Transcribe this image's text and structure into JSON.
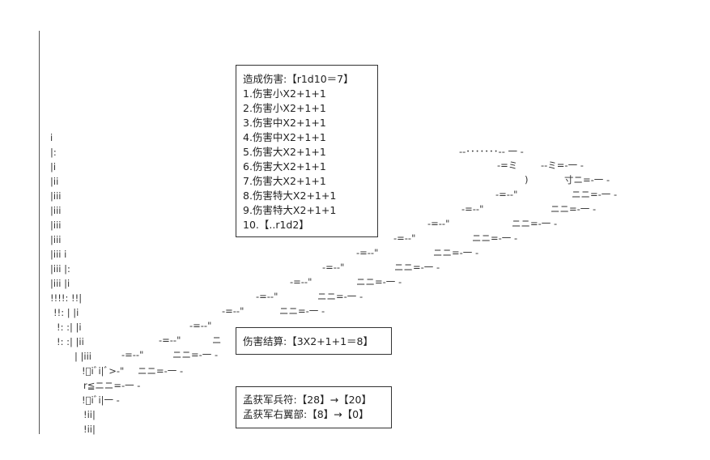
{
  "damage_box": {
    "title": "造成伤害:【r1d10＝7】",
    "items": [
      "1.伤害小X2+1+1",
      "2.伤害小X2+1+1",
      "3.伤害中X2+1+1",
      "4.伤害中X2+1+1",
      "5.伤害大X2+1+1",
      "6.伤害大X2+1+1",
      "7.伤害大X2+1+1",
      "8.伤害特大X2+1+1",
      "9.伤害特大X2+1+1",
      "10.【..r1d2】"
    ]
  },
  "result_box": {
    "text": "伤害结算:【3X2+1+1＝8】"
  },
  "troops_box": {
    "lines": [
      "孟获军兵符:【28】→【20】",
      "孟获军右翼部:【8】→【0】"
    ]
  },
  "art": {
    "upper_stroke": "-=-‐\"",
    "lower_stroke": "ニニ=-一 -",
    "head": "--･･･････-- 一 -",
    "misc": [
      "-=ミ",
      "--ミ=-一 -",
      ")",
      "寸ニ=-一 -",
      "ニ",
      "r≦ニニ=-一 -",
      "!ﾞiﾞi|ﾞ>‐\"",
      "!ﾞiﾞi|一 -"
    ]
  }
}
